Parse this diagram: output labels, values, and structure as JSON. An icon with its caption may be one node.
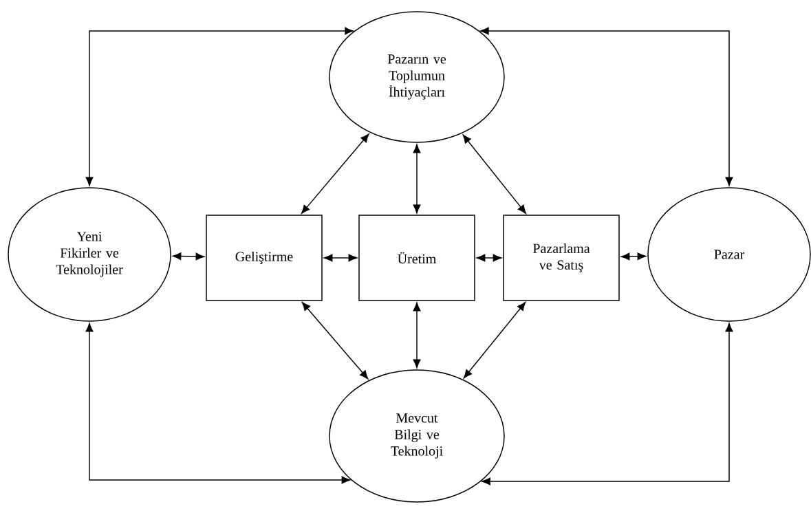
{
  "diagram": {
    "nodes": [
      {
        "text": [
          "Pazarın ve Toplumun İhtiyaçları"
        ]
      },
      {
        "text": [
          "Yeni Fikirler ve Teknolojiler"
        ]
      },
      {
        "text": [
          "Geliştirme"
        ]
      },
      {
        "text": [
          "Üretim"
        ]
      },
      {
        "text": [
          "Pazarlama ve Satış"
        ]
      },
      {
        "text": [
          "Pazar"
        ]
      },
      {
        "text": [
          "Mevcut Bilgi ve Teknoloji"
        ]
      }
    ],
    "edges": [
      {
        "from": 0,
        "to": 1,
        "arrow": "both"
      },
      {
        "from": 0,
        "to": 5,
        "arrow": "both"
      },
      {
        "from": 1,
        "to": 2,
        "arrow": "both"
      },
      {
        "from": 2,
        "to": 3,
        "arrow": "both"
      },
      {
        "from": 3,
        "to": 4,
        "arrow": "both"
      },
      {
        "from": 4,
        "to": 5,
        "arrow": "both"
      },
      {
        "from": 0,
        "to": 2,
        "arrow": "both"
      },
      {
        "from": 0,
        "to": 3,
        "arrow": "both"
      },
      {
        "from": 0,
        "to": 4,
        "arrow": "both"
      },
      {
        "from": 2,
        "to": 6,
        "arrow": "both"
      },
      {
        "from": 3,
        "to": 6,
        "arrow": "both"
      },
      {
        "from": 4,
        "to": 6,
        "arrow": "both"
      },
      {
        "from": 1,
        "to": 6,
        "arrow": "both"
      },
      {
        "from": 5,
        "to": 6,
        "arrow": "both"
      }
    ]
  }
}
